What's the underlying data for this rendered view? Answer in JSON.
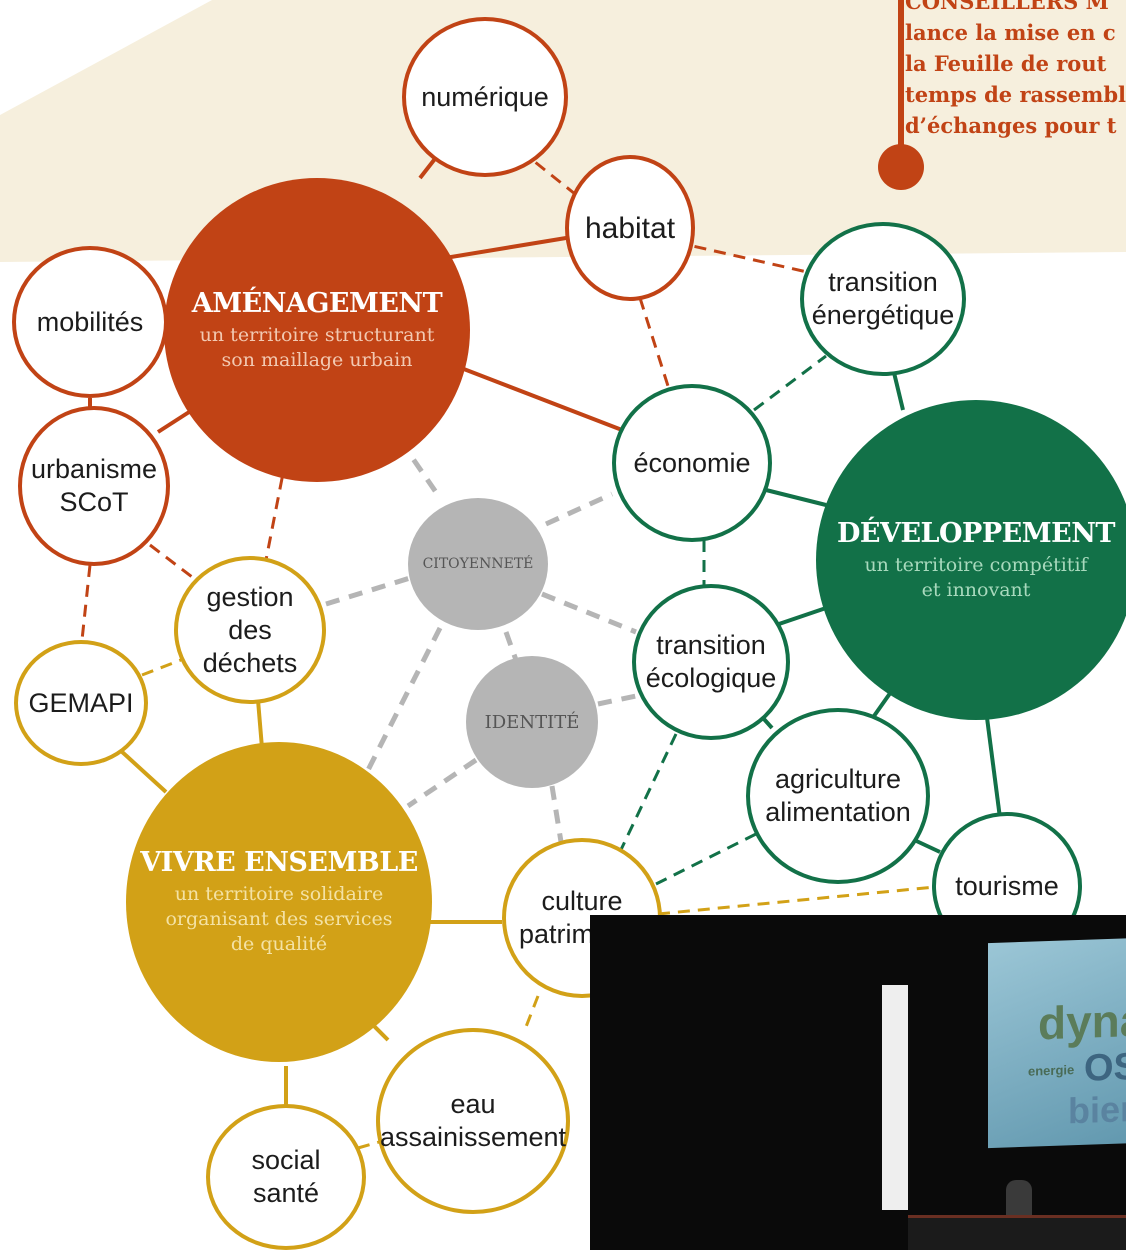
{
  "note": {
    "lines": [
      "CONSEILLERS M",
      "lance la mise en c",
      "la Feuille de rout",
      "temps de rassembl",
      "d’échanges pour t"
    ]
  },
  "pillars": {
    "amenagement": {
      "title": "AMÉNAGEMENT",
      "subtitle": [
        "un territoire structurant",
        "son maillage urbain"
      ]
    },
    "developpement": {
      "title": "DÉVELOPPEMENT",
      "subtitle": [
        "un territoire compétitif",
        "et innovant"
      ]
    },
    "vivre": {
      "title": "VIVRE ENSEMBLE",
      "subtitle": [
        "un territoire solidaire",
        "organisant des services",
        "de qualité"
      ]
    }
  },
  "themes": {
    "numerique": [
      "numérique"
    ],
    "habitat": [
      "habitat"
    ],
    "mobilites": [
      "mobilités"
    ],
    "urbanisme": [
      "urbanisme",
      "SCoT"
    ],
    "gestion": [
      "gestion",
      "des",
      "déchets"
    ],
    "gemapi": [
      "GEMAPI"
    ],
    "transition_energetique": [
      "transition",
      "énergétique"
    ],
    "economie": [
      "économie"
    ],
    "transition_ecologique": [
      "transition",
      "écologique"
    ],
    "agriculture": [
      "agriculture",
      "alimentation"
    ],
    "tourisme": [
      "tourisme"
    ],
    "culture": [
      "culture",
      "patrimoine"
    ],
    "eau": [
      "eau",
      "assainissement"
    ],
    "social": [
      "social",
      "santé"
    ]
  },
  "values": {
    "citoyennete": "CITOYENNETÉ",
    "identite": "IDENTITÉ"
  },
  "photo": {
    "cloud_words": [
      "dyna",
      "OS",
      "bien",
      "energie"
    ]
  },
  "colors": {
    "amenagement": "#c14315",
    "developpement": "#127148",
    "vivre_ensemble": "#d2a117",
    "values": "#b5b5b5",
    "background_band": "#f6efdd"
  },
  "icons": [
    "note-pin-dot-icon"
  ]
}
